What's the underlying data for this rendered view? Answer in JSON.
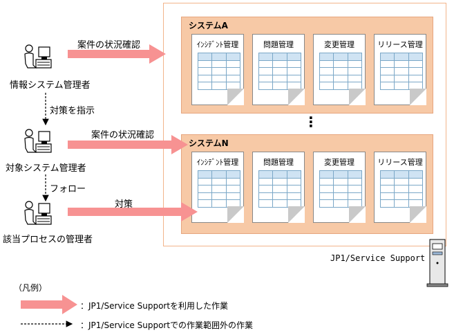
{
  "actors": [
    {
      "label": "情報システム管理者"
    },
    {
      "label": "対象システム管理者"
    },
    {
      "label": "該当プロセスの管理者"
    }
  ],
  "arrows": {
    "check1": "案件の状況確認",
    "check2": "案件の状況確認",
    "action": "対策",
    "instruct": "対策を指示",
    "follow": "フォロー"
  },
  "systems": [
    {
      "title": "システムA",
      "docs": [
        "ｲﾝｼﾃﾞﾝﾄ管理",
        "問題管理",
        "変更管理",
        "リリース管理"
      ]
    },
    {
      "title": "システムN",
      "docs": [
        "ｲﾝｼﾃﾞﾝﾄ管理",
        "問題管理",
        "変更管理",
        "リリース管理"
      ]
    }
  ],
  "ellipsis": "⋮",
  "product": "JP1/Service Support",
  "legend": {
    "title": "（凡例）",
    "solid": "：JP1/Service Supportを利用した作業",
    "dashed": "：JP1/Service Supportでの作業範囲外の作業"
  },
  "colors": {
    "arrow": "#f79292",
    "system_bg": "#f7c9a6",
    "frame": "#f2b48a"
  }
}
